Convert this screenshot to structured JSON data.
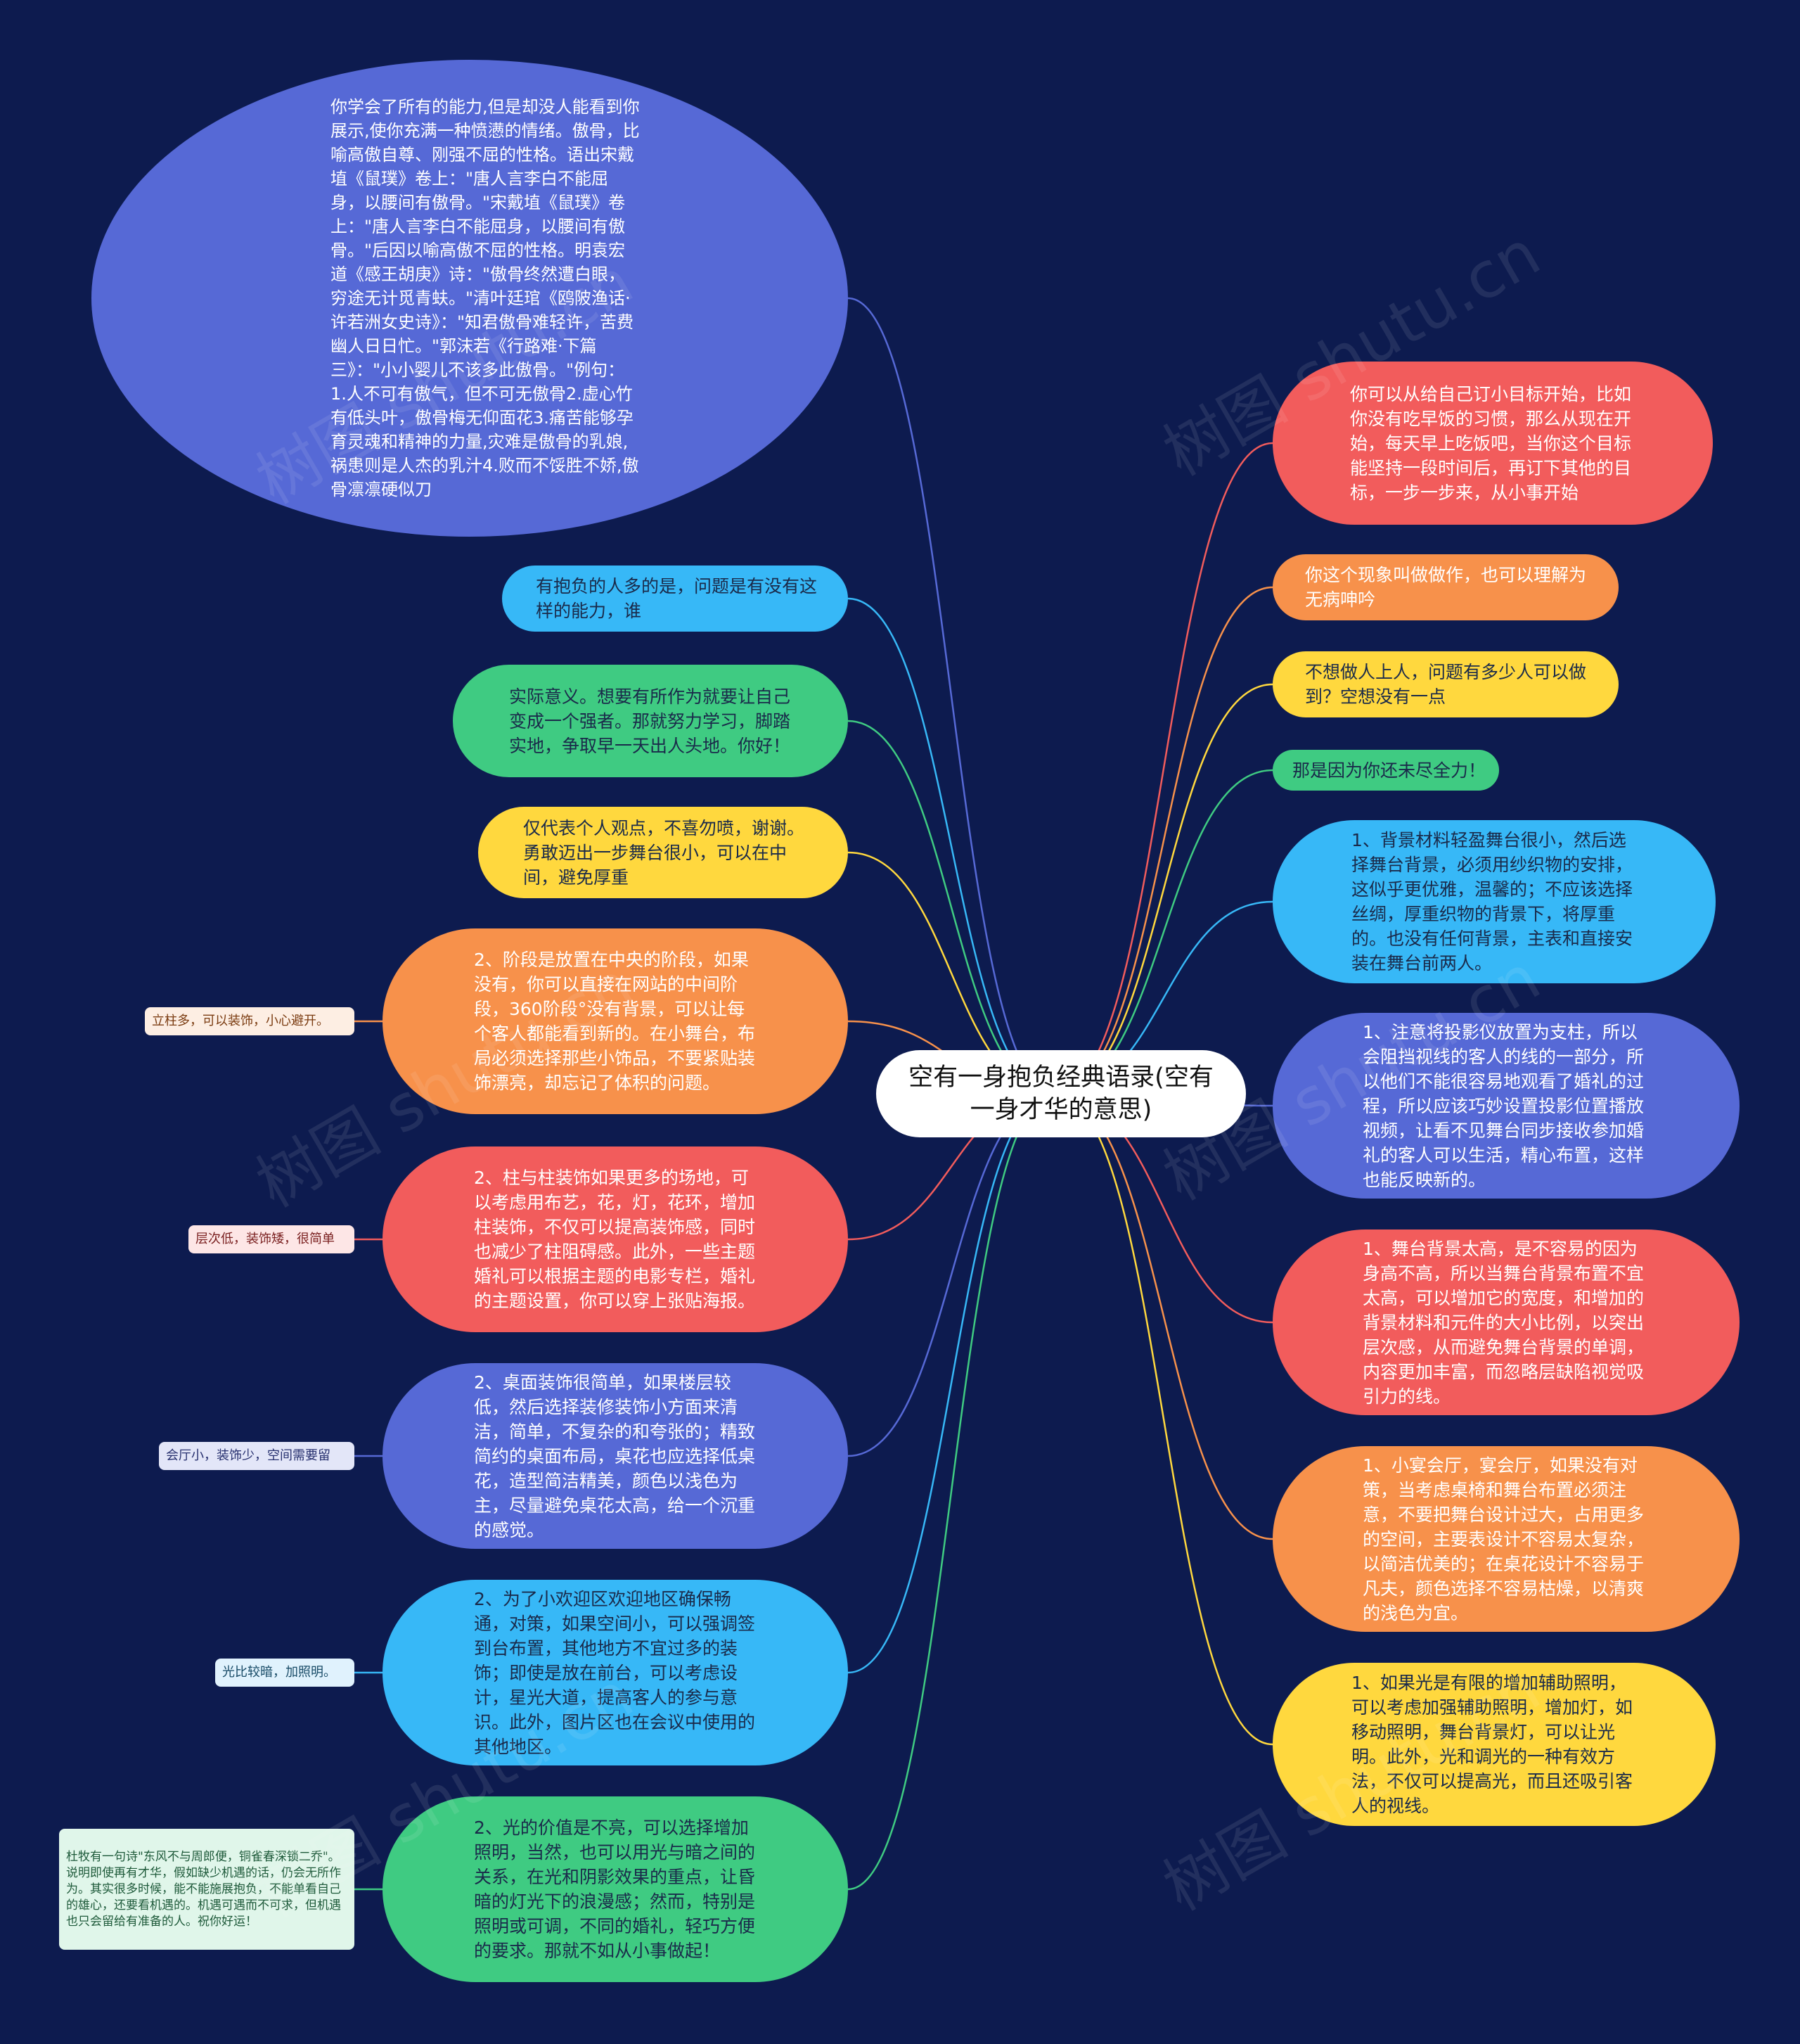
{
  "colors": {
    "background": "#0d1b4f",
    "center": "#ffffff",
    "red": "#f25c5c",
    "orange": "#f7914b",
    "yellow": "#ffd83e",
    "green": "#3fcb82",
    "blue": "#37b8f7",
    "indigo": "#5669d6"
  },
  "watermark": "树图 shutu.cn",
  "center": {
    "text": "空有一身抱负经典语录(空有一身才华的意思)"
  },
  "left_nodes": [
    {
      "text": "你学会了所有的能力,但是却没人能看到你展示,使你充满一种愤懑的情绪。傲骨，比喻高傲自尊、刚强不屈的性格。语出宋戴埴《鼠璞》卷上：\"唐人言李白不能屈身，以腰间有傲骨。\"宋戴埴《鼠璞》卷上：\"唐人言李白不能屈身，以腰间有傲骨。\"后因以喻高傲不屈的性格。明袁宏道《感王胡庚》诗：\"傲骨终然遭白眼，穷途无计觅青蚨。\"清叶廷琯《鸥陂渔话·许若洲女史诗》：\"知君傲骨难轻许，苦费幽人日日忙。\"郭沫若《行路难·下篇三》：\"小小婴儿不该多此傲骨。\"例句：1.人不可有傲气，但不可无傲骨2.虚心竹有低头叶，傲骨梅无仰面花3.痛苦能够孕育灵魂和精神的力量,灾难是傲骨的乳娘,祸患则是人杰的乳汁4.败而不馁胜不娇,傲骨凛凛硬似刀",
      "color": "indigo"
    },
    {
      "text": "有抱负的人多的是，问题是有没有这样的能力，谁",
      "color": "blue"
    },
    {
      "text": "实际意义。想要有所作为就要让自己变成一个强者。那就努力学习，脚踏实地，争取早一天出人头地。你好！",
      "color": "green"
    },
    {
      "text": "仅代表个人观点，不喜勿喷，谢谢。勇敢迈出一步舞台很小，可以在中间，避免厚重",
      "color": "yellow"
    },
    {
      "text": "2、阶段是放置在中央的阶段，如果没有，你可以直接在网站的中间阶段，360阶段°没有背景，可以让每个客人都能看到新的。在小舞台，布局必须选择那些小饰品，不要紧贴装饰漂亮，却忘记了体积的问题。",
      "color": "orange",
      "leaf": "立柱多，可以装饰，小心避开。"
    },
    {
      "text": "2、柱与柱装饰如果更多的场地，可以考虑用布艺，花，灯，花环，增加柱装饰，不仅可以提高装饰感，同时也减少了柱阻碍感。此外，一些主题婚礼可以根据主题的电影专栏，婚礼的主题设置，你可以穿上张贴海报。",
      "color": "red",
      "leaf": "层次低，装饰矮，很简单"
    },
    {
      "text": "2、桌面装饰很简单，如果楼层较低，然后选择装修装饰小方面来清洁，简单，不复杂的和夸张的；精致简约的桌面布局，桌花也应选择低桌花，造型简洁精美，颜色以浅色为主，尽量避免桌花太高，给一个沉重的感觉。",
      "color": "indigo",
      "leaf": "会厅小，装饰少，空间需要留"
    },
    {
      "text": "2、为了小欢迎区欢迎地区确保畅通，对策，如果空间小，可以强调签到台布置，其他地方不宜过多的装饰；即使是放在前台，可以考虑设计，星光大道，提高客人的参与意识。此外，图片区也在会议中使用的其他地区。",
      "color": "blue",
      "leaf": "光比较暗，加照明。"
    },
    {
      "text": "2、光的价值是不亮，可以选择增加照明，当然，也可以用光与暗之间的关系，在光和阴影效果的重点，让昏暗的灯光下的浪漫感；然而，特别是照明或可调，不同的婚礼，轻巧方便的要求。那就不如从小事做起！",
      "color": "green",
      "leaf": "杜牧有一句诗\"东风不与周郎便，铜雀春深锁二乔\"。说明即使再有才华，假如缺少机遇的话，仍会无所作为。其实很多时候，能不能施展抱负，不能单看自己的雄心，还要看机遇的。机遇可遇而不可求，但机遇也只会留给有准备的人。祝你好运！"
    }
  ],
  "right_nodes": [
    {
      "text": "你可以从给自己订小目标开始，比如你没有吃早饭的习惯，那么从现在开始，每天早上吃饭吧，当你这个目标能坚持一段时间后，再订下其他的目标，一步一步来，从小事开始",
      "color": "red"
    },
    {
      "text": "你这个现象叫做做作，也可以理解为无病呻吟",
      "color": "orange"
    },
    {
      "text": "不想做人上人，问题有多少人可以做到？空想没有一点",
      "color": "yellow"
    },
    {
      "text": "那是因为你还未尽全力！",
      "color": "green"
    },
    {
      "text": "1、背景材料轻盈舞台很小，然后选择舞台背景，必须用纱织物的安排，这似乎更优雅，温馨的；不应该选择丝绸，厚重织物的背景下，将厚重的。也没有任何背景，主表和直接安装在舞台前两人。",
      "color": "blue"
    },
    {
      "text": "1、注意将投影仪放置为支柱，所以会阻挡视线的客人的线的一部分，所以他们不能很容易地观看了婚礼的过程，所以应该巧妙设置投影位置播放视频，让看不见舞台同步接收参加婚礼的客人可以生活，精心布置，这样也能反映新的。",
      "color": "indigo"
    },
    {
      "text": "1、舞台背景太高，是不容易的因为身高不高，所以当舞台背景布置不宜太高，可以增加它的宽度，和增加的背景材料和元件的大小比例，以突出层次感，从而避免舞台背景的单调，内容更加丰富，而忽略层缺陷视觉吸引力的线。",
      "color": "red"
    },
    {
      "text": "1、小宴会厅，宴会厅，如果没有对策，当考虑桌椅和舞台布置必须注意，不要把舞台设计过大，占用更多的空间，主要表设计不容易太复杂，以简洁优美的；在桌花设计不容易于凡夫，颜色选择不容易枯燥，以清爽的浅色为宜。",
      "color": "orange"
    },
    {
      "text": "1、如果光是有限的增加辅助照明，可以考虑加强辅助照明，增加灯，如移动照明，舞台背景灯，可以让光明。此外，光和调光的一种有效方法，不仅可以提高光，而且还吸引客人的视线。",
      "color": "yellow"
    }
  ]
}
